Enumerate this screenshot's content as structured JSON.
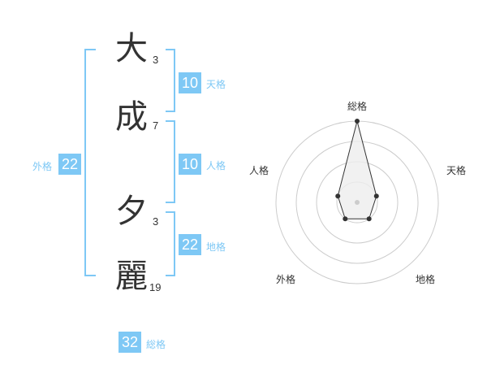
{
  "name": {
    "chars": [
      {
        "char": "大",
        "strokes": "3"
      },
      {
        "char": "成",
        "strokes": "7"
      },
      {
        "char": "夕",
        "strokes": "3"
      },
      {
        "char": "麗",
        "strokes": "19"
      }
    ]
  },
  "kaku": {
    "tenkaku": {
      "value": "10",
      "label": "天格"
    },
    "jinkaku": {
      "value": "10",
      "label": "人格"
    },
    "chikaku": {
      "value": "22",
      "label": "地格"
    },
    "gaikaku": {
      "value": "22",
      "label": "外格"
    },
    "soukaku": {
      "value": "32",
      "label": "総格"
    }
  },
  "chart_data": {
    "type": "radar",
    "axes": [
      "総格",
      "天格",
      "地格",
      "外格",
      "人格"
    ],
    "values": [
      4,
      1,
      1,
      1,
      1
    ],
    "max": 4,
    "rings": 4
  },
  "colors": {
    "accent": "#7ec8f5",
    "text": "#333333",
    "ring": "#cccccc",
    "fill": "#eeeeee"
  }
}
